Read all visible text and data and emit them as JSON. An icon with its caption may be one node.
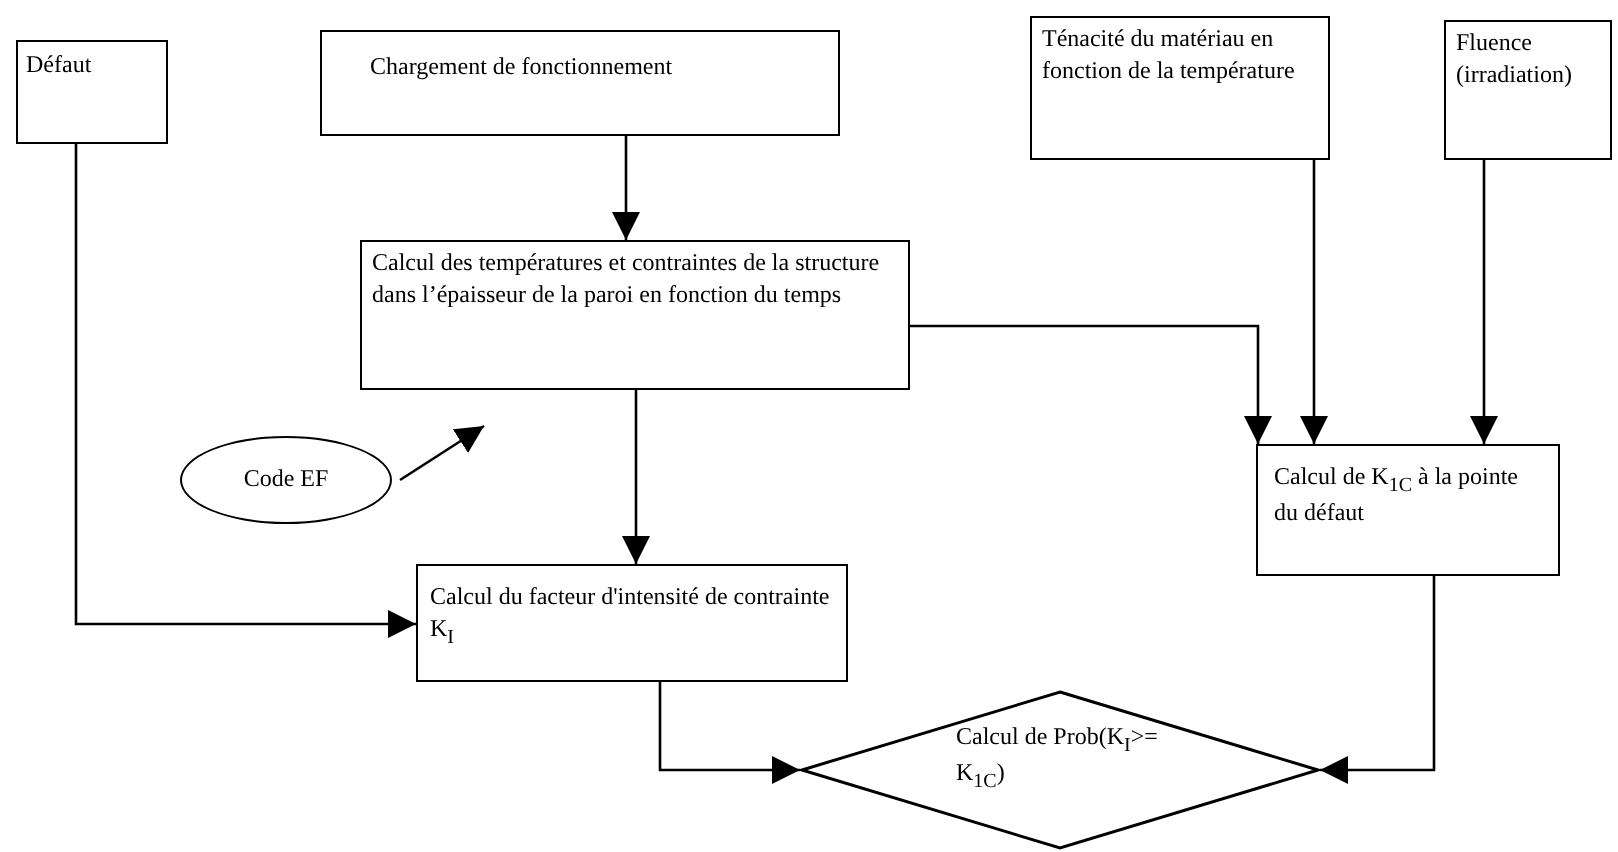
{
  "diagram": {
    "nodes": [
      {
        "text": [
          "Défaut"
        ]
      },
      {
        "text": [
          "Chargement de fonctionnement"
        ]
      },
      {
        "text": [
          "Ténacité du matériau en fonction de la température"
        ]
      },
      {
        "text": [
          "Fluence (irradiation)"
        ]
      },
      {
        "text": [
          "Calcul des températures et contraintes de la structure dans l’épaisseur de la paroi en fonction du temps"
        ]
      },
      {
        "text": [
          "Code EF"
        ]
      },
      {
        "text": [
          "Calcul du facteur d'intensité de contrainte K$_{I}$"
        ]
      },
      {
        "text": [
          "Calcul de K$_{1C}$ à la pointe du défaut"
        ]
      },
      {
        "text": [
          "Calcul de Prob(K$_{I}$>= K$_{1C}$)"
        ]
      }
    ],
    "edges": [
      {
        "from": 1,
        "to": 4,
        "arrow": "to"
      },
      {
        "from": 4,
        "to": 6,
        "arrow": "to"
      },
      {
        "from": 0,
        "to": 6,
        "arrow": "to"
      },
      {
        "from": 4,
        "to": 7,
        "arrow": "to"
      },
      {
        "from": 2,
        "to": 7,
        "arrow": "to"
      },
      {
        "from": 3,
        "to": 7,
        "arrow": "to"
      },
      {
        "from": 5,
        "to": 4,
        "arrow": "to"
      },
      {
        "from": 6,
        "to": 8,
        "arrow": "to"
      },
      {
        "from": 7,
        "to": 8,
        "arrow": "to"
      }
    ]
  }
}
